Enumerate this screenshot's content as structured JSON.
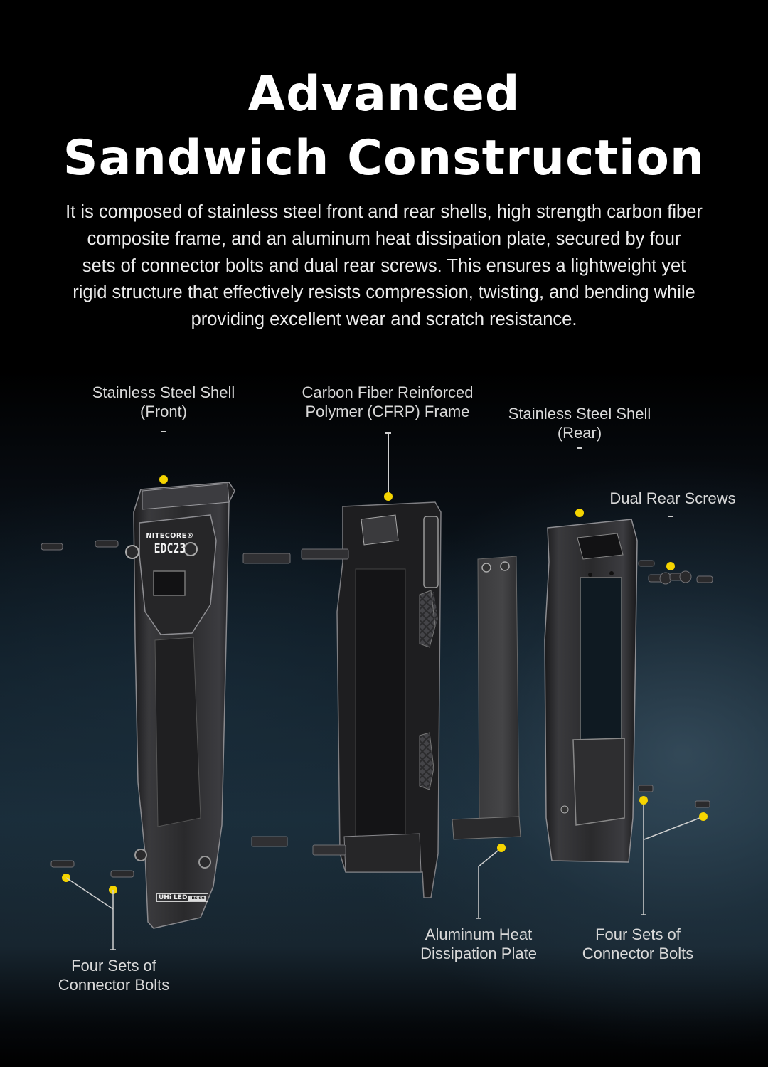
{
  "header": {
    "title_line1": "Advanced",
    "title_line2": "Sandwich Construction"
  },
  "description": {
    "lines": [
      "It is composed of stainless steel front and rear shells, high strength carbon fiber",
      "composite frame, and an aluminum heat dissipation plate, secured by four",
      "sets of connector bolts and dual rear screws. This ensures a lightweight yet",
      "rigid structure that effectively resists compression, twisting, and bending while",
      "providing excellent wear and scratch resistance."
    ]
  },
  "product": {
    "brand": "NITECORE®",
    "model": "EDC23",
    "badge_main": "UHi LED",
    "badge_sub": "inside"
  },
  "callouts": {
    "front_shell": {
      "line1": "Stainless Steel Shell",
      "line2": "(Front)"
    },
    "cfrp_frame": {
      "line1": "Carbon Fiber Reinforced",
      "line2": "Polymer (CFRP) Frame"
    },
    "rear_shell": {
      "line1": "Stainless Steel Shell",
      "line2": "(Rear)"
    },
    "rear_screws": {
      "line1": "Dual Rear Screws"
    },
    "bolts_left": {
      "line1": "Four Sets of",
      "line2": "Connector Bolts"
    },
    "heat_plate": {
      "line1": "Aluminum Heat",
      "line2": "Dissipation Plate"
    },
    "bolts_right": {
      "line1": "Four Sets of",
      "line2": "Connector Bolts"
    }
  },
  "colors": {
    "callout_dot": "#f5d400",
    "leader_line": "#cfcfcf",
    "title_text": "#ffffff",
    "background_top": "#000000",
    "background_mid": "#1a2d3a"
  }
}
